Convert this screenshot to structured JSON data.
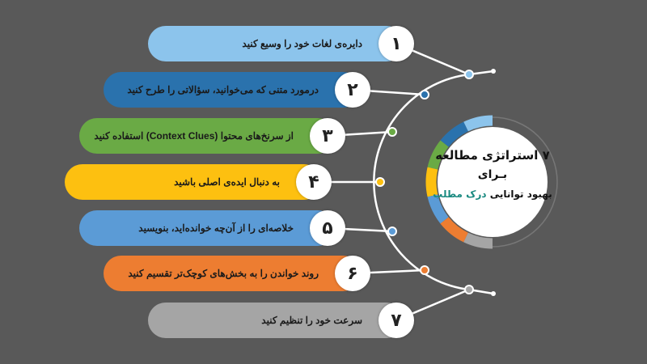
{
  "title": {
    "line1": "۷ استراتژی مطالعه",
    "line2": "بـرای",
    "line3_prefix": "بهبود توانایی",
    "line3_accent": "درک مطلب",
    "accent_color": "#1a8a80"
  },
  "items": [
    {
      "number": "۱",
      "label": "دایره‌ی لغات خود را وسیع کنید",
      "color": "#8cc4ec"
    },
    {
      "number": "۲",
      "label": "درمورد متنی که می‌خوانید، سؤالاتی را طرح کنید",
      "color": "#2a72ad"
    },
    {
      "number": "۳",
      "label": "از سرنخ‌های محتوا (Context Clues) استفاده کنید",
      "color": "#6aaa45"
    },
    {
      "number": "۴",
      "label": "به دنبال ایده‌ی اصلی باشید",
      "color": "#fdc010"
    },
    {
      "number": "۵",
      "label": "خلاصه‌ای را از آن‌چه خوانده‌اید، بنویسید",
      "color": "#5b9bd6"
    },
    {
      "number": "۶",
      "label": "روند خواندن را به بخش‌های کوچک‌تر تقسیم کنید",
      "color": "#ed7d31"
    },
    {
      "number": "۷",
      "label": "سرعت خود را تنظیم کنید",
      "color": "#a5a5a5"
    }
  ]
}
